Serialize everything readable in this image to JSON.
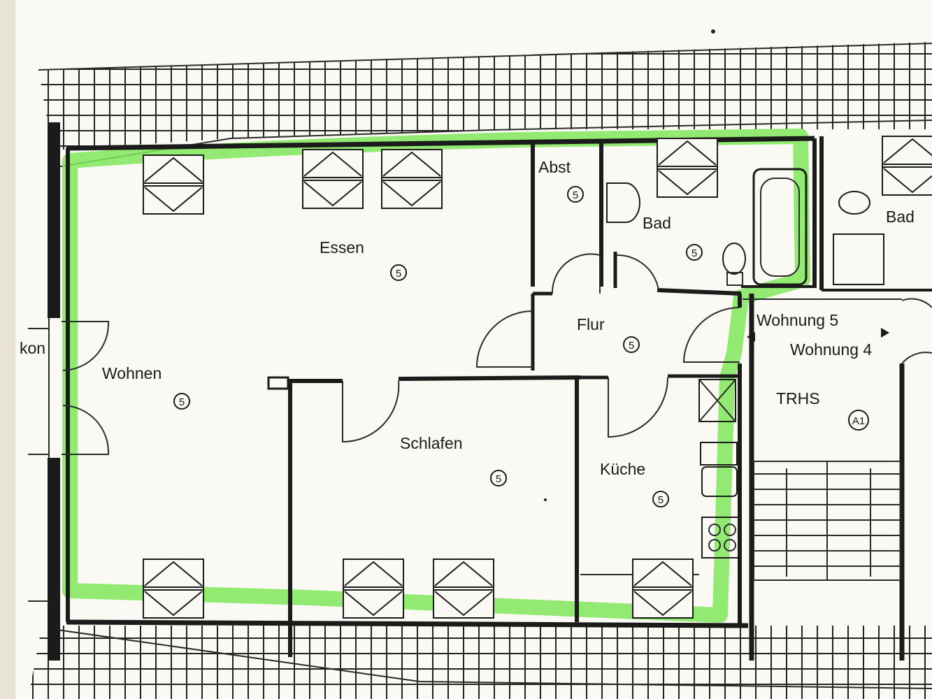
{
  "unit_marker": "5",
  "stair_marker": "A1",
  "rooms": {
    "essen": {
      "name": "Essen",
      "unit": "5"
    },
    "wohnen": {
      "name": "Wohnen",
      "unit": "5"
    },
    "schlafen": {
      "name": "Schlafen",
      "unit": "5"
    },
    "abst": {
      "name": "Abst",
      "unit": "5"
    },
    "bad5": {
      "name": "Bad",
      "unit": "5"
    },
    "flur": {
      "name": "Flur",
      "unit": "5"
    },
    "kueche": {
      "name": "Küche",
      "unit": "5"
    },
    "trhs": {
      "name": "TRHS",
      "unit": "A1"
    },
    "bad4": {
      "name": "Bad"
    }
  },
  "apartment_labels": {
    "wohnung5": "Wohnung 5",
    "wohnung4": "Wohnung 4"
  },
  "edge_text": {
    "balcony": "kon"
  },
  "colors": {
    "highlight": "#7fe85a",
    "ink": "#1b1b1b",
    "paper": "#fbf9f4"
  }
}
